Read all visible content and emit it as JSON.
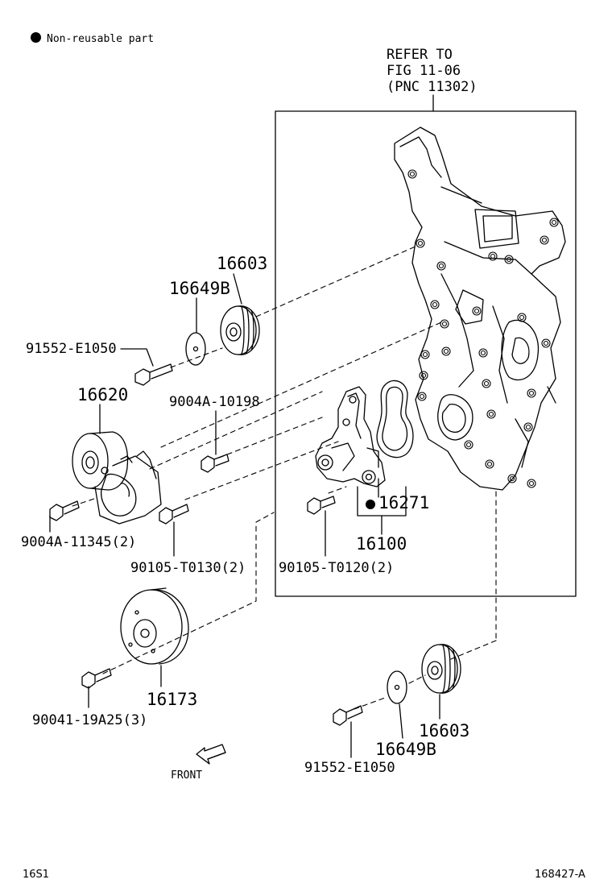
{
  "legend": {
    "text": "Non-reusable part"
  },
  "reference": {
    "line1": "REFER TO",
    "line2": "FIG 11-06",
    "line3": "(PNC 11302)"
  },
  "parts": {
    "p16603_upper": "16603",
    "p16649b_upper": "16649B",
    "p91552_upper": "91552-E1050",
    "p16620": "16620",
    "p9004a_10198": "9004A-10198",
    "p9004a_11345": "9004A-11345(2)",
    "p90105_t0130": "90105-T0130(2)",
    "p90105_t0120": "90105-T0120(2)",
    "p16271": "16271",
    "p16100": "16100",
    "p16173": "16173",
    "p90041": "90041-19A25(3)",
    "p16603_lower": "16603",
    "p16649b_lower": "16649B",
    "p91552_lower": "91552-E1050"
  },
  "front": {
    "text": "FRONT"
  },
  "footer": {
    "left": "16S1",
    "right": "168427-A"
  },
  "icons": [
    "front-arrow-icon",
    "non-reusable-dot-icon"
  ]
}
